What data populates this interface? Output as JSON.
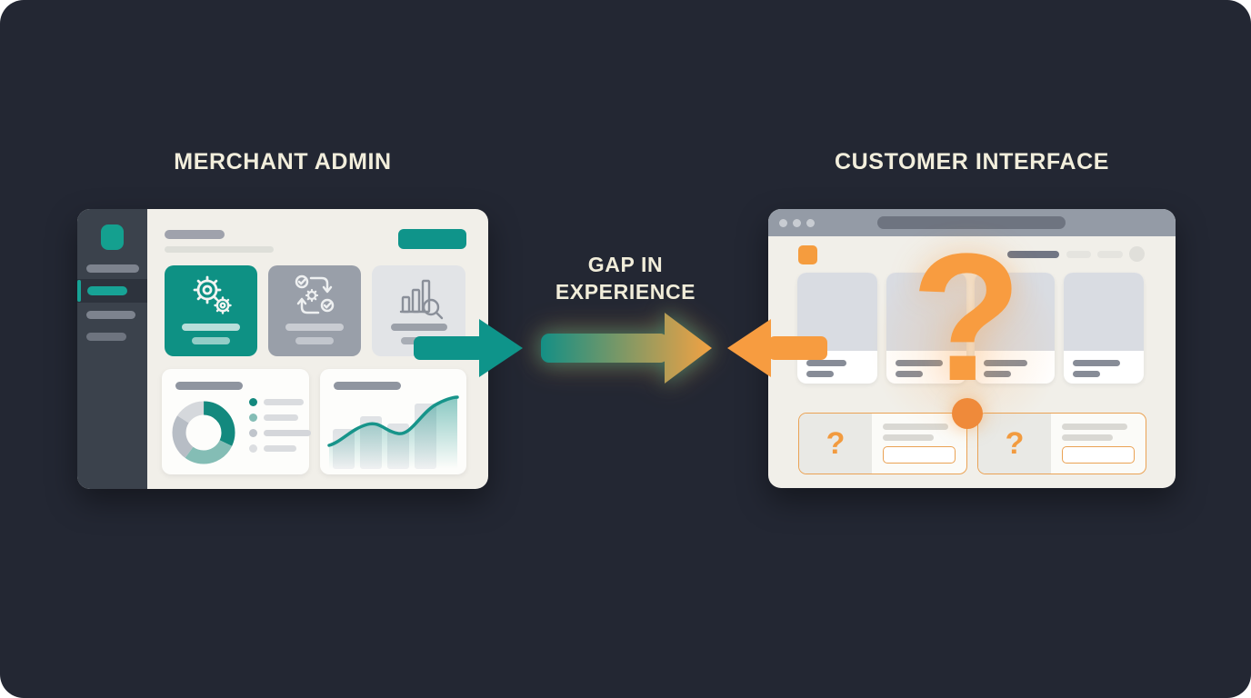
{
  "canvas": {
    "background": "#232733",
    "page_surface": "#ffffff"
  },
  "titles": {
    "left": "MERCHANT ADMIN",
    "right": "CUSTOMER INTERFACE",
    "color": "#f2eedc"
  },
  "gap": {
    "line1": "GAP IN",
    "line2": "EXPERIENCE"
  },
  "palette": {
    "teal": "#0f948a",
    "teal_bright": "#17a396",
    "orange": "#f79c40",
    "orange_deep": "#ef8a3a",
    "panel_bg": "#f1efe9",
    "sidebar_bg": "#3b424c",
    "browser_chrome": "#949ba6",
    "card_gray": "#9aa0ab",
    "card_light": "#e2e4e8",
    "dark_bg": "#232733"
  },
  "merchant_admin_panel": {
    "sidebar": {
      "logo_icon": "app-logo",
      "menu_item_count": 4,
      "active_item_index": 2
    },
    "header": {
      "has_title_bar": true,
      "has_subtitle_bar": true,
      "action_button_color": "#0f948a"
    },
    "feature_cards": [
      {
        "icon": "gears-icon",
        "style": "teal"
      },
      {
        "icon": "sync-workflow-icon",
        "style": "gray"
      },
      {
        "icon": "chart-search-icon",
        "style": "light"
      }
    ],
    "widgets": [
      {
        "type": "donut-chart",
        "segments_pct": [
          32,
          28,
          24,
          16
        ],
        "segment_colors": [
          "#13897e",
          "#84bdb5",
          "#b7bdc5",
          "#d5d8dc"
        ],
        "legend_row_count": 4
      },
      {
        "type": "area-chart",
        "trend": "rising-wave",
        "line_color": "#17948a",
        "bar_count": 4
      }
    ]
  },
  "customer_interface_panel": {
    "browser_dot_count": 3,
    "nav": {
      "logo_color": "#f59c3e",
      "link_bar_count": 3,
      "has_avatar_circle": true
    },
    "product_card_count": 4,
    "big_question_mark": "?",
    "unknown_cards": [
      {
        "question_mark": "?"
      },
      {
        "question_mark": "?"
      }
    ]
  }
}
